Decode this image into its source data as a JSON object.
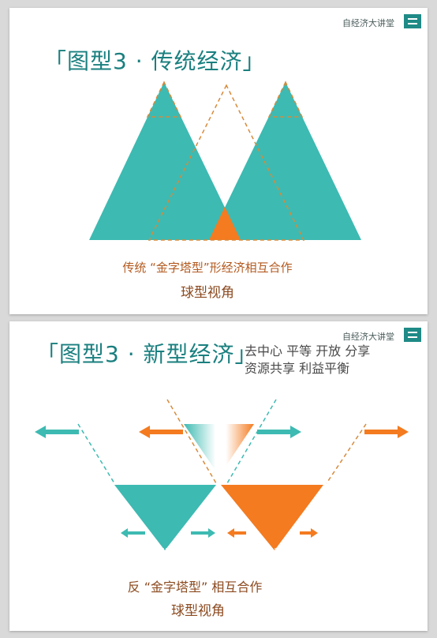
{
  "top_slide": {
    "brand": "自经济大讲堂",
    "title": "「图型3 · 传统经济」",
    "caption_line1": "传统 “金字塔型”形经济相互合作",
    "caption_line2": "球型视角"
  },
  "bottom_slide": {
    "brand": "自经济大讲堂",
    "title": "「图型3 · 新型经济」",
    "tagline_line1": "去中心 平等 开放 分享",
    "tagline_line2": "资源共享 利益平衡",
    "caption_line1": "反 “金字塔型” 相互合作",
    "caption_line2": "球型视角"
  },
  "colors": {
    "teal": "#3dbab2",
    "orange": "#f47b20",
    "dashed_orange": "#d88a3a",
    "title_teal": "#1a7f7f",
    "brand_box": "#1f8a86"
  }
}
